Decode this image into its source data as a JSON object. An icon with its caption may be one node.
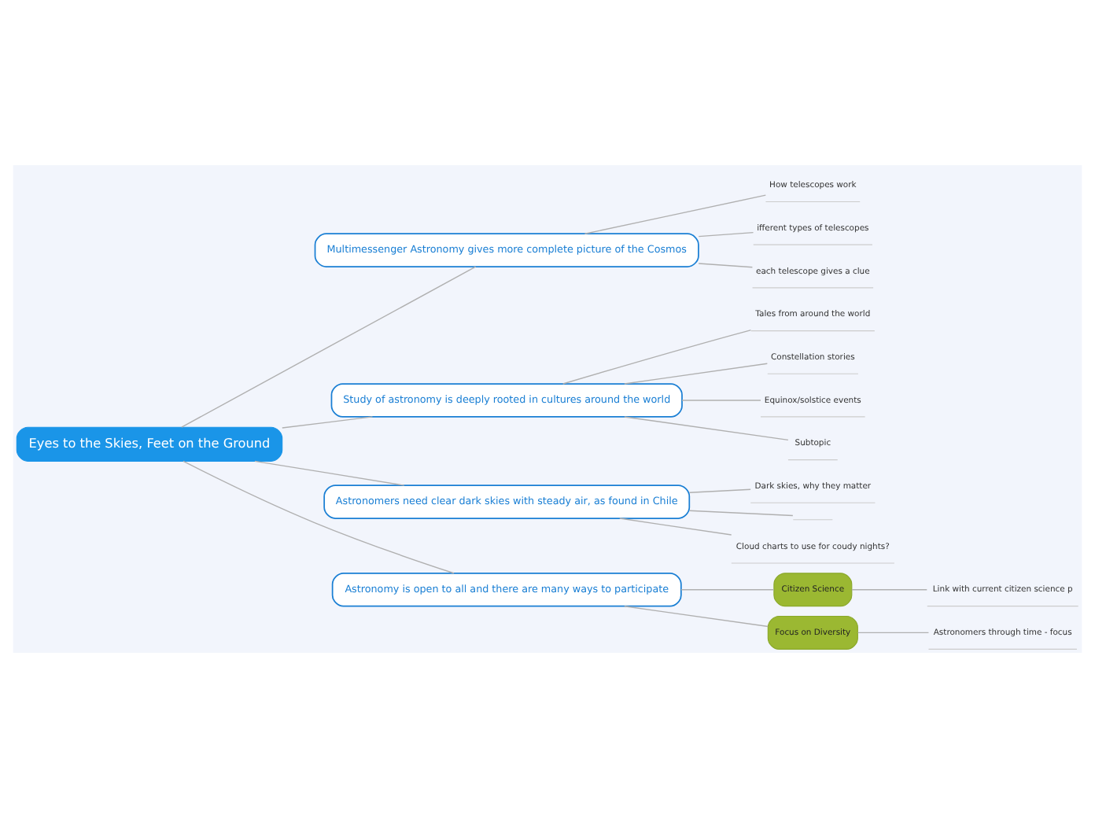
{
  "diagram": {
    "nodes": [
      {
        "text": [
          "Eyes to the Skies, Feet on the Ground"
        ]
      },
      {
        "text": [
          "Multimessenger Astronomy gives more complete picture of the Cosmos"
        ]
      },
      {
        "text": [
          "How telescopes work"
        ]
      },
      {
        "text": [
          "ifferent types of telescopes"
        ]
      },
      {
        "text": [
          "each telescope gives a clue"
        ]
      },
      {
        "text": [
          "Study of astronomy is deeply rooted in cultures around the world"
        ]
      },
      {
        "text": [
          "Tales from around the world"
        ]
      },
      {
        "text": [
          "Constellation stories"
        ]
      },
      {
        "text": [
          "Equinox/solstice events"
        ]
      },
      {
        "text": [
          "Subtopic"
        ]
      },
      {
        "text": [
          "Astronomers need clear dark skies with steady air, as found in Chile"
        ]
      },
      {
        "text": [
          "Dark skies, why they matter"
        ]
      },
      {
        "text": [],
        "shape": "line"
      },
      {
        "text": [
          "Cloud charts to use for coudy nights?"
        ]
      },
      {
        "text": [
          "Astronomy is open to all and there are many ways to participate"
        ]
      },
      {
        "text": [
          "Citizen Science"
        ]
      },
      {
        "text": [
          "Link with current citizen science p"
        ]
      },
      {
        "text": [
          "Focus on Diversity"
        ]
      },
      {
        "text": [
          "Astronomers through time - focus"
        ]
      }
    ],
    "edges": [
      {
        "from": 0,
        "to": 1,
        "arrow": "none"
      },
      {
        "from": 1,
        "to": 2,
        "arrow": "none"
      },
      {
        "from": 1,
        "to": 3,
        "arrow": "none"
      },
      {
        "from": 1,
        "to": 4,
        "arrow": "none"
      },
      {
        "from": 0,
        "to": 5,
        "arrow": "none"
      },
      {
        "from": 5,
        "to": 6,
        "arrow": "none"
      },
      {
        "from": 5,
        "to": 7,
        "arrow": "none"
      },
      {
        "from": 5,
        "to": 8,
        "arrow": "none"
      },
      {
        "from": 5,
        "to": 9,
        "arrow": "none"
      },
      {
        "from": 0,
        "to": 10,
        "arrow": "none"
      },
      {
        "from": 10,
        "to": 11,
        "arrow": "none"
      },
      {
        "from": 10,
        "to": 12,
        "arrow": "none"
      },
      {
        "from": 10,
        "to": 13,
        "arrow": "none"
      },
      {
        "from": 0,
        "to": 14,
        "arrow": "none"
      },
      {
        "from": 14,
        "to": 15,
        "arrow": "none"
      },
      {
        "from": 15,
        "to": 16,
        "arrow": "none"
      },
      {
        "from": 14,
        "to": 17,
        "arrow": "none"
      },
      {
        "from": 17,
        "to": 18,
        "arrow": "none"
      }
    ]
  }
}
